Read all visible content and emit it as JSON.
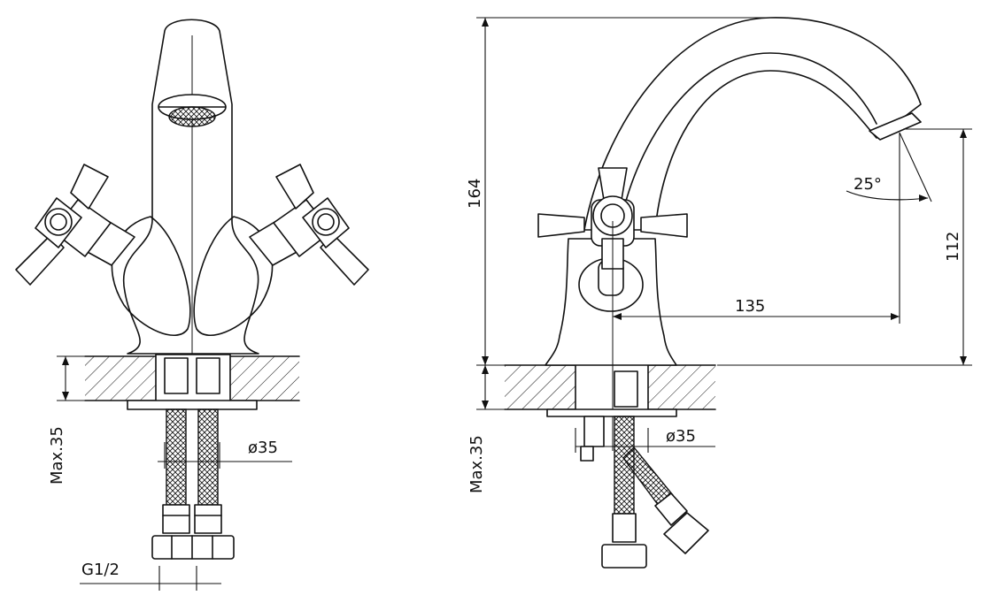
{
  "front_view": {
    "dim_max_depth": "Max.35",
    "dim_diameter": "ø35",
    "dim_thread": "G1/2"
  },
  "side_view": {
    "dim_height": "164",
    "dim_spout_height": "112",
    "dim_reach": "135",
    "dim_angle": "25°",
    "dim_max_depth": "Max.35",
    "dim_diameter": "ø35"
  }
}
